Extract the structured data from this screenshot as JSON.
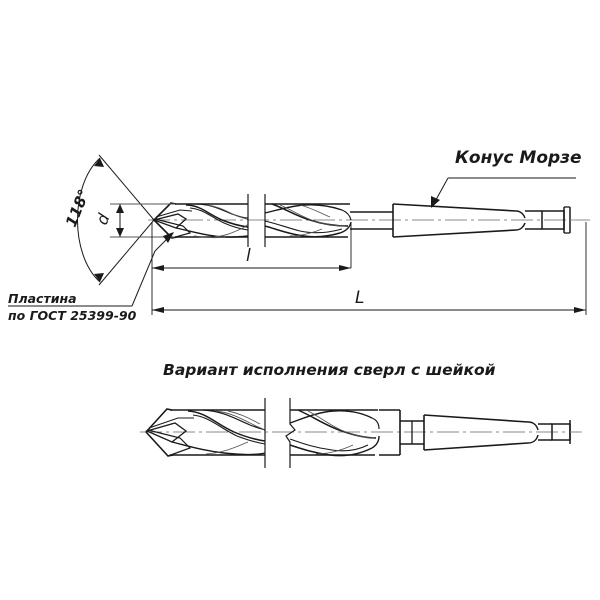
{
  "drawing": {
    "title_caption": "Вариант исполнения сверл с шейкой",
    "annotations": {
      "morse_taper": "Конус Морзе",
      "plate_line1": "Пластина",
      "plate_line2": "по ГОСТ 25399-90",
      "point_angle": "118°"
    },
    "dimensions": {
      "diameter": "d",
      "flute_length": "l",
      "overall_length": "L"
    },
    "colors": {
      "line": "#1a1a1a",
      "thin_line": "#555555",
      "center_line": "#777777",
      "background": "#ffffff",
      "text": "#1a1a1a"
    }
  }
}
